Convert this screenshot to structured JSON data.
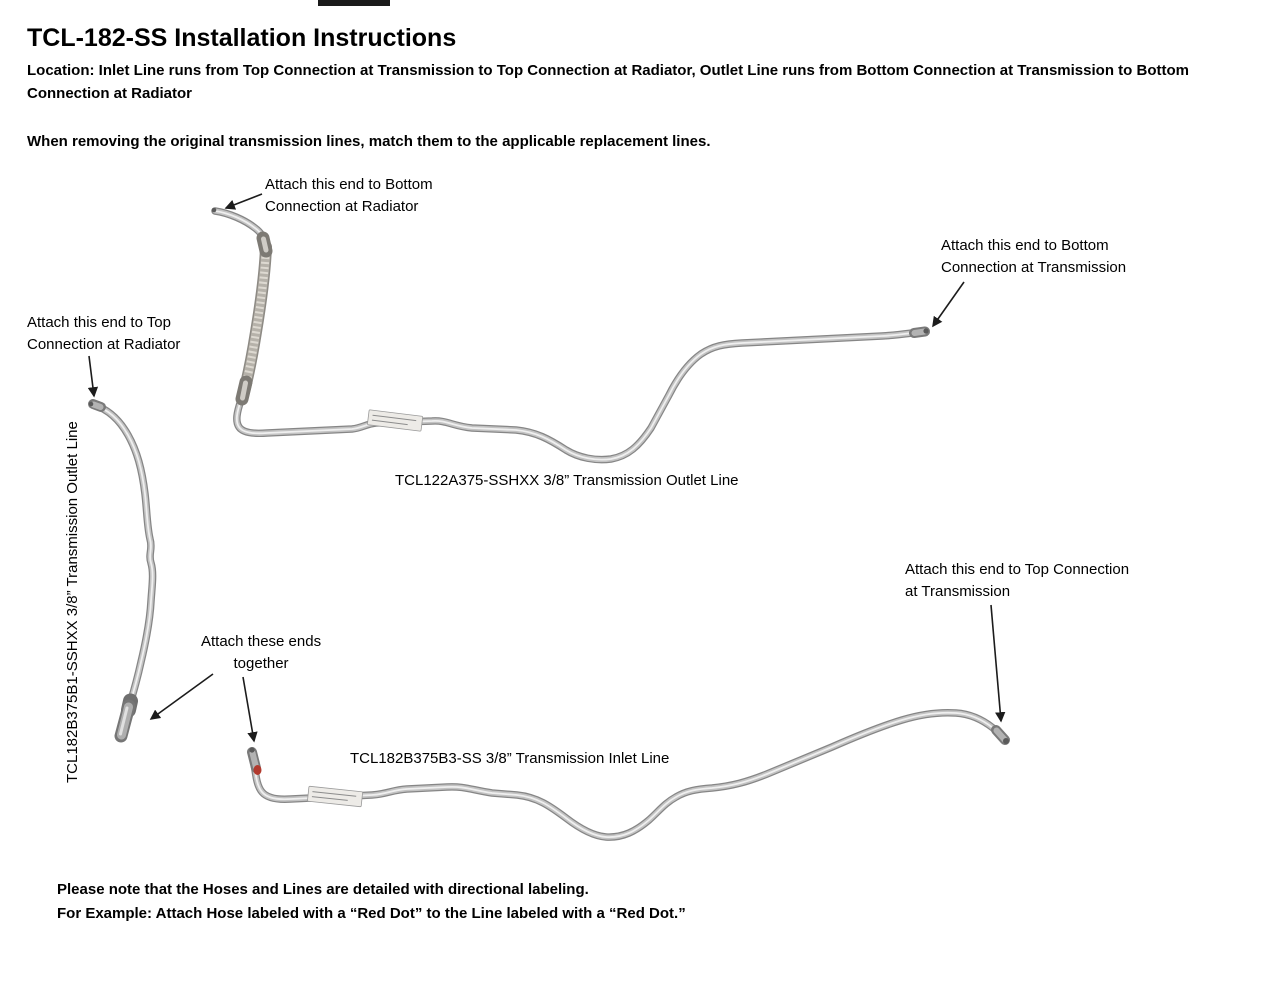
{
  "doc": {
    "title": "TCL-182-SS Installation Instructions",
    "location": "Location: Inlet Line runs from Top Connection at Transmission to Top Connection at Radiator, Outlet Line runs from Bottom Connection at Transmission to Bottom Connection at Radiator",
    "match_note": "When removing the original transmission lines, match them to the applicable replacement lines.",
    "footer_note_1": "Please note that the Hoses and Lines are detailed with directional labeling.",
    "footer_note_2": "For Example: Attach Hose labeled with a “Red Dot” to the Line labeled with a “Red Dot.”"
  },
  "callouts": {
    "bottom_radiator": "Attach this end to Bottom\nConnection at Radiator",
    "bottom_transmission": "Attach this end to Bottom\nConnection at Transmission",
    "top_radiator": "Attach this end to Top\nConnection at Radiator",
    "top_transmission": "Attach this end to Top Connection\nat Transmission",
    "ends_together": "Attach these ends\ntogether"
  },
  "part_labels": {
    "outlet_hose_vertical": "TCL182B375B1-SSHXX 3/8” Transmission Outlet Line",
    "outlet_line": "TCL122A375-SSHXX 3/8” Transmission Outlet Line",
    "inlet_line": "TCL182B375B3-SS 3/8” Transmission Inlet Line"
  },
  "colors": {
    "tube_metal": "#c3c3c3",
    "tube_outline": "#868686",
    "braid": "#b6b2aa",
    "arrow": "#1c1c1c",
    "red_dot": "#b23a2e",
    "text": "#000000"
  }
}
